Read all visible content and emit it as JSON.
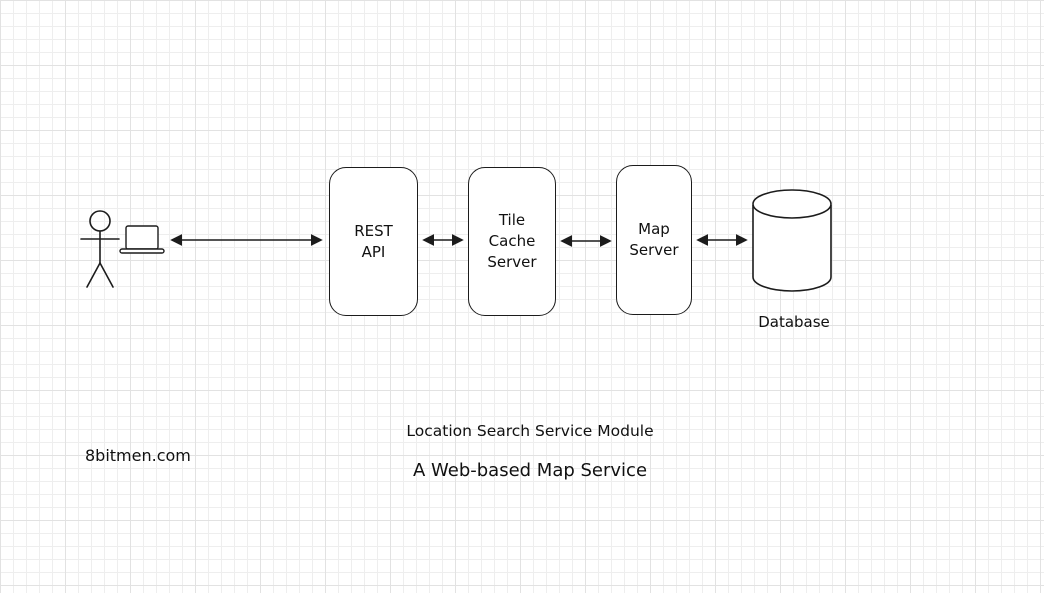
{
  "diagram": {
    "nodes": {
      "rest_api": {
        "label": "REST\nAPI"
      },
      "tile_cache": {
        "label": "Tile\nCache\nServer"
      },
      "map_server": {
        "label": "Map\nServer"
      },
      "database": {
        "label": "Database"
      }
    },
    "captions": {
      "title": "Location Search Service Module",
      "subtitle": "A Web-based Map Service",
      "watermark": "8bitmen.com"
    },
    "colors": {
      "stroke": "#1c1c1c",
      "background": "#ffffff",
      "grid_minor": "#eeeeee",
      "grid_major": "#e2e2e2"
    }
  }
}
